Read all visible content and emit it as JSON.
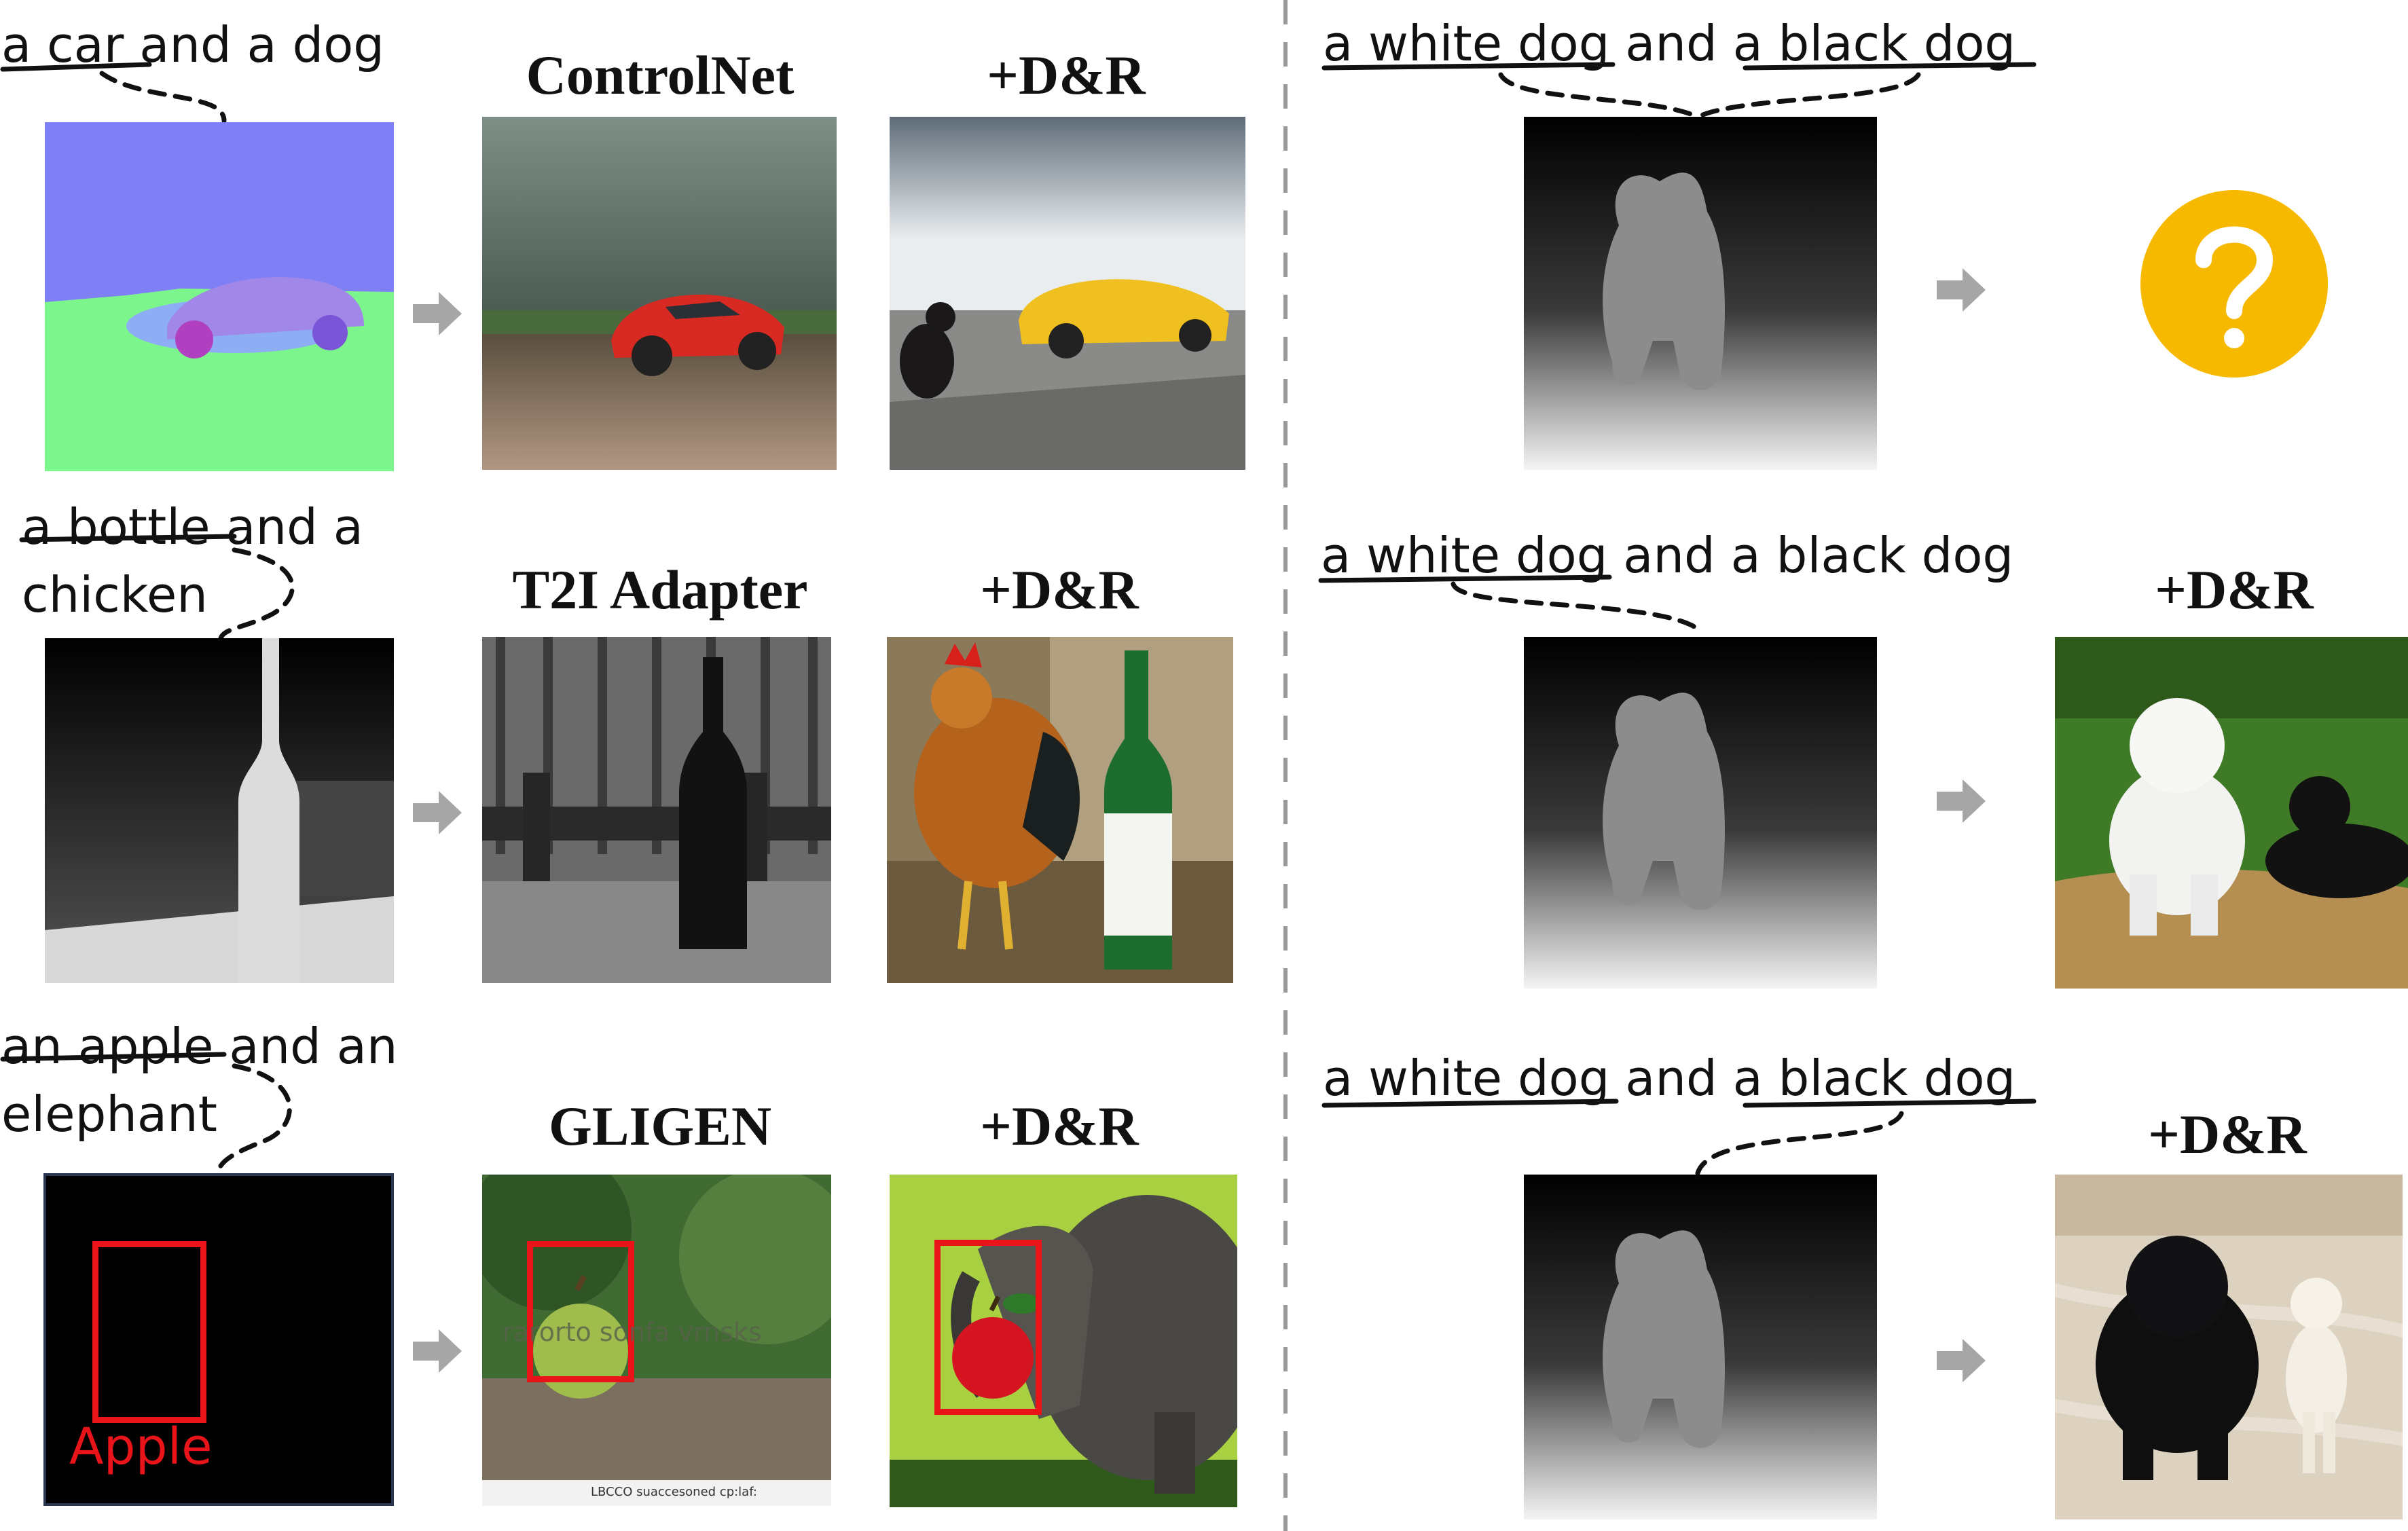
{
  "left": {
    "row1": {
      "prompt": "a car and a dog",
      "method": "ControlNet",
      "result_label": "+D&R"
    },
    "row2": {
      "prompt_line1": "a bottle and a",
      "prompt_line2": "chicken",
      "method": "T2I Adapter",
      "result_label": "+D&R"
    },
    "row3": {
      "prompt_line1": "an apple and an",
      "prompt_line2": "elephant",
      "method": "GLIGEN",
      "result_label": "+D&R",
      "box_label": "Apple",
      "watermark": "rarorto sonfa vrnsks",
      "footer": "LBCCO suaccesoned cp:laf:"
    }
  },
  "right": {
    "row1": {
      "prompt": "a white dog and a black dog",
      "result_icon": "question-mark-icon"
    },
    "row2": {
      "prompt": "a white dog and a black dog",
      "result_label": "+D&R"
    },
    "row3": {
      "prompt": "a white dog and a black dog",
      "result_label": "+D&R"
    }
  },
  "colors": {
    "highlight_box": "#e8141a",
    "question_circle": "#f7b900",
    "arrow": "#a6a6a6",
    "divider": "#9a9a9a"
  }
}
